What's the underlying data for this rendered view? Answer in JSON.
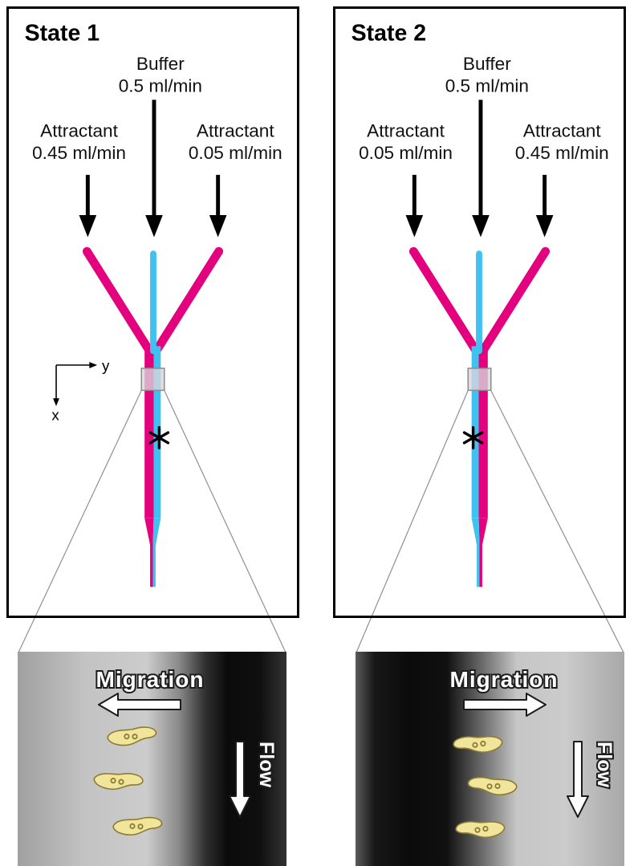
{
  "figure": {
    "states": [
      {
        "title": "State 1",
        "buffer": {
          "label": "Buffer",
          "rate": "0.5 ml/min"
        },
        "attractant_left": {
          "label": "Attractant",
          "rate": "0.45 ml/min"
        },
        "attractant_right": {
          "label": "Attractant",
          "rate": "0.05 ml/min"
        },
        "axes": {
          "horizontal_label": "y",
          "vertical_label": "x"
        },
        "observation_marker_icon": "asterisk-icon"
      },
      {
        "title": "State 2",
        "buffer": {
          "label": "Buffer",
          "rate": "0.5 ml/min"
        },
        "attractant_left": {
          "label": "Attractant",
          "rate": "0.05 ml/min"
        },
        "attractant_right": {
          "label": "Attractant",
          "rate": "0.45 ml/min"
        },
        "observation_marker_icon": "asterisk-icon"
      }
    ],
    "micrographs": [
      {
        "migration_label": "Migration",
        "migration_direction": "left",
        "flow_label": "Flow",
        "flow_direction": "down",
        "cell_count": 3
      },
      {
        "migration_label": "Migration",
        "migration_direction": "right",
        "flow_label": "Flow",
        "flow_direction": "down",
        "cell_count": 3
      }
    ],
    "colors": {
      "attractant_stream": "#e3017e",
      "buffer_stream": "#3fc2f0",
      "inlet_arrow": "#000000",
      "inspection_box_fill": "#d8d5dc",
      "inspection_box_border": "#8a8a8a",
      "connector_line": "#909090",
      "cell_fill": "#f1e59c",
      "cell_outline": "#8c7b33",
      "annotation_fill": "#ffffff",
      "annotation_outline": "#1c1c1c"
    }
  }
}
